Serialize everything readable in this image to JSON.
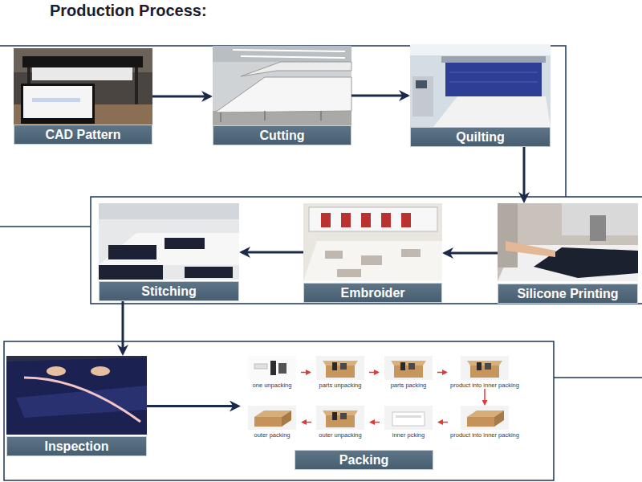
{
  "diagram": {
    "title": "Production Process:",
    "nodes": [
      {
        "text": [
          "CAD Pattern"
        ]
      },
      {
        "text": [
          "Cutting"
        ]
      },
      {
        "text": [
          "Quilting"
        ]
      },
      {
        "text": [
          "Silicone Printing"
        ]
      },
      {
        "text": [
          "Embroider"
        ]
      },
      {
        "text": [
          "Stitching"
        ]
      },
      {
        "text": [
          "Inspection"
        ]
      },
      {
        "text": [
          "Packing"
        ]
      },
      {
        "text": [
          "one unpacking"
        ],
        "in": 7
      },
      {
        "text": [
          "parts unpacking"
        ],
        "in": 7
      },
      {
        "text": [
          "parts packing"
        ],
        "in": 7
      },
      {
        "text": [
          "product into inner packing"
        ],
        "in": 7
      },
      {
        "text": [
          "product into inner packing"
        ],
        "in": 7
      },
      {
        "text": [
          "inner pcking"
        ],
        "in": 7
      },
      {
        "text": [
          "outer unpacking"
        ],
        "in": 7
      },
      {
        "text": [
          "outer packing"
        ],
        "in": 7
      }
    ],
    "edges": [
      {
        "from": 0,
        "to": 1,
        "arrow": "to"
      },
      {
        "from": 1,
        "to": 2,
        "arrow": "to"
      },
      {
        "from": 2,
        "to": 3,
        "arrow": "to"
      },
      {
        "from": 3,
        "to": 4,
        "arrow": "to"
      },
      {
        "from": 4,
        "to": 5,
        "arrow": "to"
      },
      {
        "from": 5,
        "to": 6,
        "arrow": "to"
      },
      {
        "from": 6,
        "to": 7,
        "arrow": "to"
      },
      {
        "from": 8,
        "to": 9,
        "arrow": "to"
      },
      {
        "from": 9,
        "to": 10,
        "arrow": "to"
      },
      {
        "from": 10,
        "to": 11,
        "arrow": "to"
      },
      {
        "from": 11,
        "to": 12,
        "arrow": "to"
      },
      {
        "from": 12,
        "to": 13,
        "arrow": "to"
      },
      {
        "from": 13,
        "to": 14,
        "arrow": "to"
      },
      {
        "from": 14,
        "to": 15,
        "arrow": "to"
      }
    ]
  }
}
